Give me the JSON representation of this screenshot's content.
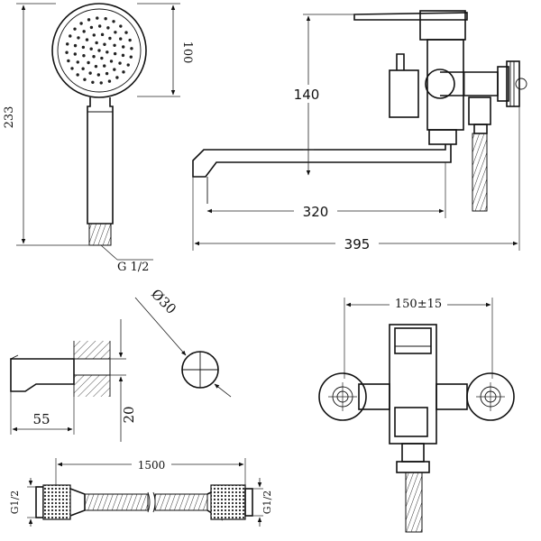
{
  "dimensions": {
    "head_diameter": "100",
    "shower_height": "233",
    "spout_height": "140",
    "spout_reach": "320",
    "overall_length": "395",
    "hose_thread": "G 1/2",
    "holder_bore": "Ø30",
    "holder_depth": "55",
    "holder_height": "20",
    "hose_length": "1500",
    "hose_thread_left": "G1/2",
    "hose_thread_right": "G1/2",
    "center_distance": "150±15"
  }
}
